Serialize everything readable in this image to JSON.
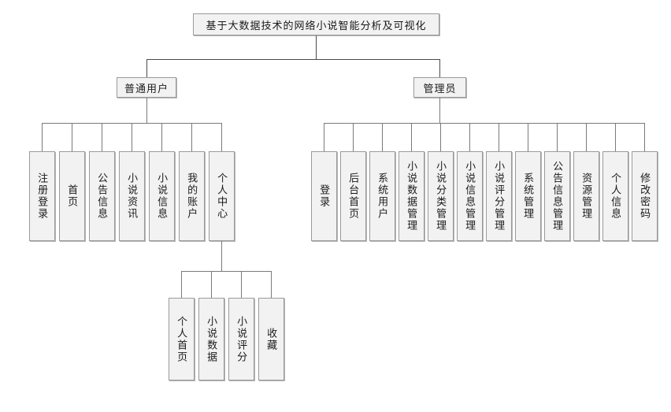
{
  "diagram": {
    "type": "hierarchy-tree",
    "title": "基于大数据技术的网络小说智能分析及可视化",
    "root": {
      "label": "基于大数据技术的网络小说智能分析及可视化"
    },
    "branches": [
      {
        "key": "normal-user",
        "label": "普通用户",
        "children": [
          {
            "label": "注册登录"
          },
          {
            "label": "首页"
          },
          {
            "label": "公告信息"
          },
          {
            "label": "小说资讯"
          },
          {
            "label": "小说信息"
          },
          {
            "label": "我的账户"
          },
          {
            "label": "个人中心",
            "children": [
              {
                "label": "个人首页"
              },
              {
                "label": "小说数据"
              },
              {
                "label": "小说评分"
              },
              {
                "label": "收藏"
              }
            ]
          }
        ]
      },
      {
        "key": "administrator",
        "label": "管理员",
        "children": [
          {
            "label": "登录"
          },
          {
            "label": "后台首页"
          },
          {
            "label": "系统用户"
          },
          {
            "label": "小说数据管理"
          },
          {
            "label": "小说分类管理"
          },
          {
            "label": "小说信息管理"
          },
          {
            "label": "小说评分管理"
          },
          {
            "label": "系统管理"
          },
          {
            "label": "公告信息管理"
          },
          {
            "label": "资源管理"
          },
          {
            "label": "个人信息"
          },
          {
            "label": "修改密码"
          }
        ]
      }
    ],
    "colors": {
      "node_fill": "#f2f2f2",
      "node_border": "#9a9a9a",
      "connector": "#7a7a7a",
      "text": "#1a1a1a",
      "background": "#ffffff"
    }
  }
}
